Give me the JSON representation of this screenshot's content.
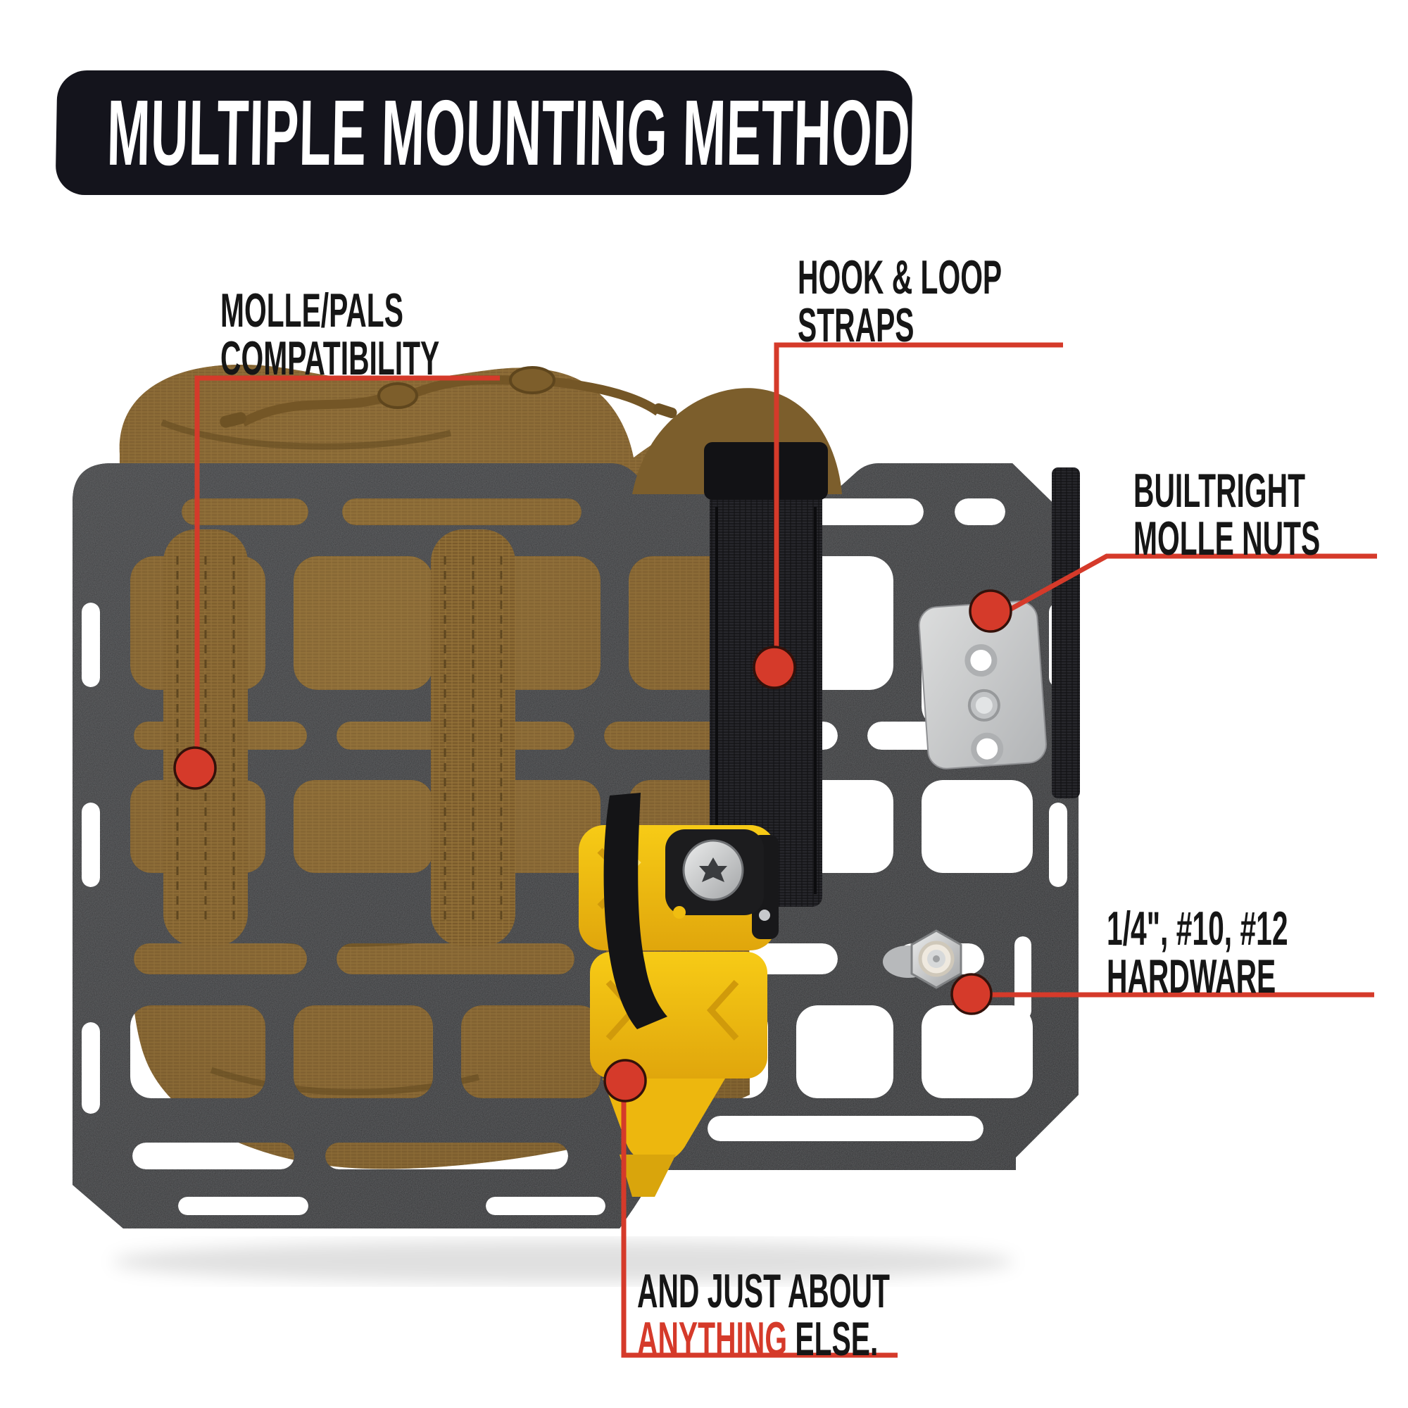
{
  "palette": {
    "accent_red": "#d53a2a",
    "banner_bg": "#14141c",
    "label_ink": "#161616",
    "panel_gray": "#2e2f31",
    "pouch_tan": "#8a6a36",
    "strap_black": "#17171a",
    "tool_yellow": "#f2c013",
    "metal_silver": "#c5c7c9",
    "background": "#ffffff"
  },
  "banner": {
    "title": "MULTIPLE MOUNTING METHODS"
  },
  "callouts": {
    "molle_pals": {
      "line1": "MOLLE/PALS",
      "line2": "COMPATIBILITY"
    },
    "hook_loop": {
      "line1": "HOOK & LOOP",
      "line2": "STRAPS"
    },
    "builtright": {
      "line1": "BUILTRIGHT",
      "line2": "MOLLE NUTS"
    },
    "hardware": {
      "line1": "1/4\", #10, #12",
      "line2": "HARDWARE"
    },
    "anything": {
      "line1": "AND JUST ABOUT",
      "highlight": "ANYTHING",
      "rest": " ELSE."
    }
  }
}
